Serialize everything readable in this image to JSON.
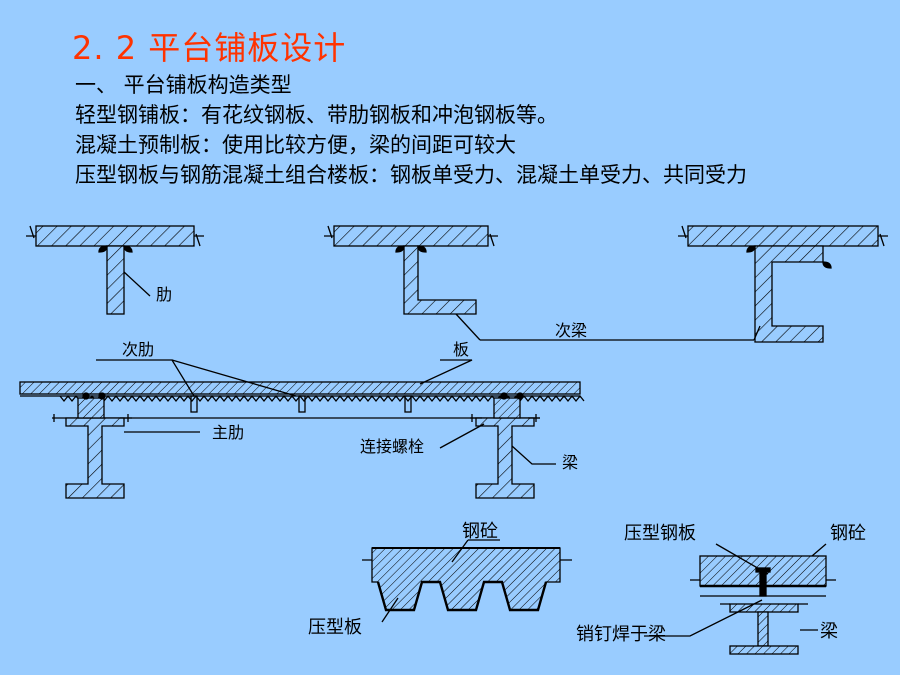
{
  "slide": {
    "title": "2. 2 平台铺板设计",
    "lines": [
      "一、  平台铺板构造类型",
      "轻型钢铺板：有花纹钢板、带肋钢板和冲泡钢板等。",
      "混凝土预制板：使用比较方便，梁的间距可较大",
      "压型钢板与钢筋混凝土组合楼板：钢板单受力、混凝土单受力、共同受力"
    ]
  },
  "diagram": {
    "labels": {
      "rib": "肋",
      "secondary_beam": "次梁",
      "secondary_rib": "次肋",
      "plate": "板",
      "main_rib": "主肋",
      "connecting_bolt": "连接螺栓",
      "beam_mid": "梁",
      "concrete_left": "钢砼",
      "profiled_plate": "压型板",
      "profiled_steel_plate": "压型钢板",
      "concrete_right": "钢砼",
      "stud_welded": "销钉焊于梁",
      "beam_bottom": "梁"
    }
  }
}
